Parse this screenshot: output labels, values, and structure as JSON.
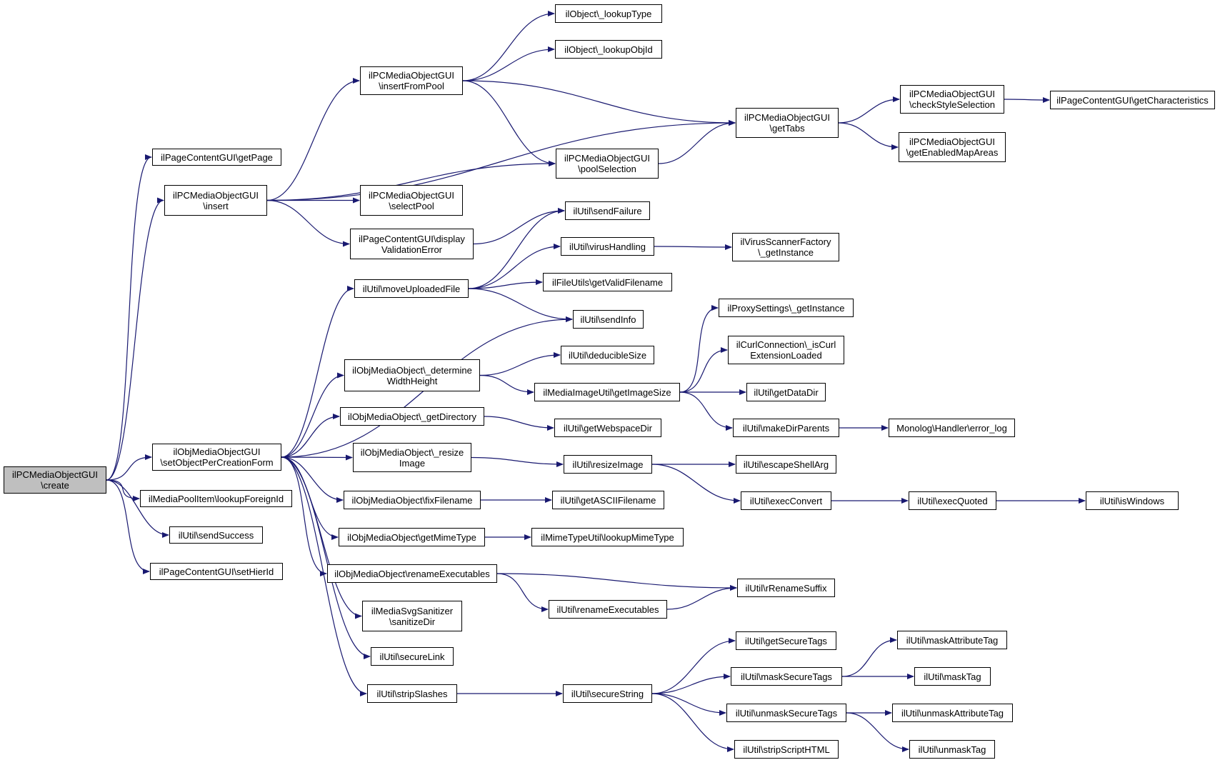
{
  "colors": {
    "edge": "#191970",
    "node_border": "#000000",
    "node_fill": "#ffffff",
    "root_fill": "#bfbfbf"
  },
  "nodes": {
    "root": [
      "ilPCMediaObjectGUI",
      "\\create"
    ],
    "getPage": [
      "ilPageContentGUI\\getPage"
    ],
    "insert": [
      "ilPCMediaObjectGUI",
      "\\insert"
    ],
    "setObj": [
      "ilObjMediaObjectGUI",
      "\\setObjectPerCreationForm"
    ],
    "lookupForeign": [
      "ilMediaPoolItem\\lookupForeignId"
    ],
    "sendSuccess": [
      "ilUtil\\sendSuccess"
    ],
    "setHierId": [
      "ilPageContentGUI\\setHierId"
    ],
    "insertFromPool": [
      "ilPCMediaObjectGUI",
      "\\insertFromPool"
    ],
    "selectPool": [
      "ilPCMediaObjectGUI",
      "\\selectPool"
    ],
    "displayValidation": [
      "ilPageContentGUI\\display",
      "ValidationError"
    ],
    "moveUploaded": [
      "ilUtil\\moveUploadedFile"
    ],
    "determineWH": [
      "ilObjMediaObject\\_determine",
      "WidthHeight"
    ],
    "getDirectory": [
      "ilObjMediaObject\\_getDirectory"
    ],
    "resizeImage": [
      "ilObjMediaObject\\_resize",
      "Image"
    ],
    "fixFilename": [
      "ilObjMediaObject\\fixFilename"
    ],
    "getMimeType": [
      "ilObjMediaObject\\getMimeType"
    ],
    "renameExec": [
      "ilObjMediaObject\\renameExecutables"
    ],
    "sanitizeDir": [
      "ilMediaSvgSanitizer",
      "\\sanitizeDir"
    ],
    "secureLink": [
      "ilUtil\\secureLink"
    ],
    "stripSlashes": [
      "ilUtil\\stripSlashes"
    ],
    "lookupType": [
      "ilObject\\_lookupType"
    ],
    "lookupObjId": [
      "ilObject\\_lookupObjId"
    ],
    "poolSelection": [
      "ilPCMediaObjectGUI",
      "\\poolSelection"
    ],
    "sendFailure": [
      "ilUtil\\sendFailure"
    ],
    "virusHandling": [
      "ilUtil\\virusHandling"
    ],
    "getValidFilename": [
      "ilFileUtils\\getValidFilename"
    ],
    "sendInfo": [
      "ilUtil\\sendInfo"
    ],
    "deducibleSize": [
      "ilUtil\\deducibleSize"
    ],
    "getImageSize": [
      "ilMediaImageUtil\\getImageSize"
    ],
    "getWebspaceDir": [
      "ilUtil\\getWebspaceDir"
    ],
    "utilResizeImage": [
      "ilUtil\\resizeImage"
    ],
    "getASCIIFilename": [
      "ilUtil\\getASCIIFilename"
    ],
    "lookupMimeType": [
      "ilMimeTypeUtil\\lookupMimeType"
    ],
    "utilRenameExec": [
      "ilUtil\\renameExecutables"
    ],
    "secureString": [
      "ilUtil\\secureString"
    ],
    "getTabs": [
      "ilPCMediaObjectGUI",
      "\\getTabs"
    ],
    "virusScanner": [
      "ilVirusScannerFactory",
      "\\_getInstance"
    ],
    "proxySettings": [
      "ilProxySettings\\_getInstance"
    ],
    "isCurl": [
      "ilCurlConnection\\_isCurl",
      "ExtensionLoaded"
    ],
    "getDataDir": [
      "ilUtil\\getDataDir"
    ],
    "makeDirParents": [
      "ilUtil\\makeDirParents"
    ],
    "escapeShellArg": [
      "ilUtil\\escapeShellArg"
    ],
    "execConvert": [
      "ilUtil\\execConvert"
    ],
    "rRenameSuffix": [
      "ilUtil\\rRenameSuffix"
    ],
    "getSecureTags": [
      "ilUtil\\getSecureTags"
    ],
    "maskSecureTags": [
      "ilUtil\\maskSecureTags"
    ],
    "unmaskSecureTags": [
      "ilUtil\\unmaskSecureTags"
    ],
    "stripScriptHTML": [
      "ilUtil\\stripScriptHTML"
    ],
    "checkStyle": [
      "ilPCMediaObjectGUI",
      "\\checkStyleSelection"
    ],
    "getEnabledMap": [
      "ilPCMediaObjectGUI",
      "\\getEnabledMapAreas"
    ],
    "errorLog": [
      "Monolog\\Handler\\error_log"
    ],
    "execQuoted": [
      "ilUtil\\execQuoted"
    ],
    "maskAttributeTag": [
      "ilUtil\\maskAttributeTag"
    ],
    "maskTag": [
      "ilUtil\\maskTag"
    ],
    "unmaskAttributeTag": [
      "ilUtil\\unmaskAttributeTag"
    ],
    "unmaskTag": [
      "ilUtil\\unmaskTag"
    ],
    "getCharacteristics": [
      "ilPageContentGUI\\getCharacteristics"
    ],
    "isWindows": [
      "ilUtil\\isWindows"
    ]
  },
  "edges": [
    [
      "root",
      "getPage"
    ],
    [
      "root",
      "insert"
    ],
    [
      "root",
      "setObj"
    ],
    [
      "root",
      "lookupForeign"
    ],
    [
      "root",
      "sendSuccess"
    ],
    [
      "root",
      "setHierId"
    ],
    [
      "insert",
      "insertFromPool"
    ],
    [
      "insert",
      "getTabs"
    ],
    [
      "insert",
      "poolSelection"
    ],
    [
      "insert",
      "selectPool"
    ],
    [
      "insert",
      "displayValidation"
    ],
    [
      "insertFromPool",
      "lookupType"
    ],
    [
      "insertFromPool",
      "lookupObjId"
    ],
    [
      "insertFromPool",
      "getTabs"
    ],
    [
      "insertFromPool",
      "poolSelection"
    ],
    [
      "poolSelection",
      "getTabs"
    ],
    [
      "getTabs",
      "checkStyle"
    ],
    [
      "getTabs",
      "getEnabledMap"
    ],
    [
      "checkStyle",
      "getCharacteristics"
    ],
    [
      "displayValidation",
      "sendFailure"
    ],
    [
      "moveUploaded",
      "sendFailure"
    ],
    [
      "moveUploaded",
      "virusHandling"
    ],
    [
      "moveUploaded",
      "getValidFilename"
    ],
    [
      "moveUploaded",
      "sendInfo"
    ],
    [
      "virusHandling",
      "virusScanner"
    ],
    [
      "setObj",
      "moveUploaded"
    ],
    [
      "setObj",
      "sendInfo"
    ],
    [
      "setObj",
      "determineWH"
    ],
    [
      "setObj",
      "getDirectory"
    ],
    [
      "setObj",
      "resizeImage"
    ],
    [
      "setObj",
      "fixFilename"
    ],
    [
      "setObj",
      "getMimeType"
    ],
    [
      "setObj",
      "renameExec"
    ],
    [
      "setObj",
      "sanitizeDir"
    ],
    [
      "setObj",
      "secureLink"
    ],
    [
      "setObj",
      "stripSlashes"
    ],
    [
      "determineWH",
      "deducibleSize"
    ],
    [
      "determineWH",
      "getImageSize"
    ],
    [
      "getImageSize",
      "proxySettings"
    ],
    [
      "getImageSize",
      "isCurl"
    ],
    [
      "getImageSize",
      "getDataDir"
    ],
    [
      "getImageSize",
      "makeDirParents"
    ],
    [
      "makeDirParents",
      "errorLog"
    ],
    [
      "getDirectory",
      "getWebspaceDir"
    ],
    [
      "resizeImage",
      "utilResizeImage"
    ],
    [
      "utilResizeImage",
      "escapeShellArg"
    ],
    [
      "utilResizeImage",
      "execConvert"
    ],
    [
      "execConvert",
      "execQuoted"
    ],
    [
      "execQuoted",
      "isWindows"
    ],
    [
      "fixFilename",
      "getASCIIFilename"
    ],
    [
      "getMimeType",
      "lookupMimeType"
    ],
    [
      "renameExec",
      "rRenameSuffix"
    ],
    [
      "renameExec",
      "utilRenameExec"
    ],
    [
      "utilRenameExec",
      "rRenameSuffix"
    ],
    [
      "stripSlashes",
      "secureString"
    ],
    [
      "secureString",
      "getSecureTags"
    ],
    [
      "secureString",
      "maskSecureTags"
    ],
    [
      "secureString",
      "unmaskSecureTags"
    ],
    [
      "secureString",
      "stripScriptHTML"
    ],
    [
      "maskSecureTags",
      "maskAttributeTag"
    ],
    [
      "maskSecureTags",
      "maskTag"
    ],
    [
      "unmaskSecureTags",
      "unmaskAttributeTag"
    ],
    [
      "unmaskSecureTags",
      "unmaskTag"
    ]
  ]
}
